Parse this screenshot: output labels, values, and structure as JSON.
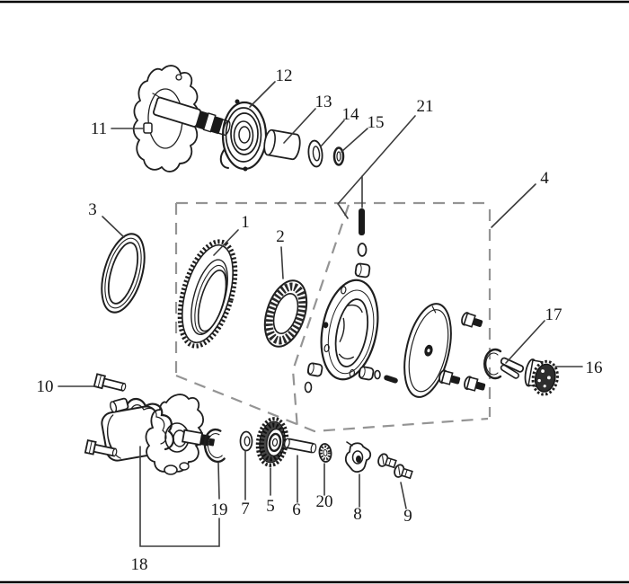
{
  "figure": {
    "kind": "exploded-parts-diagram",
    "subject": "starter motor and one-way clutch assembly"
  },
  "colors": {
    "background": "#ffffff",
    "line": "#1f1f1f",
    "dashed_box": "#949494",
    "leader": "#3c3c3c",
    "label_text": "#151515",
    "frame": "#000000"
  },
  "callouts": [
    {
      "text": "1"
    },
    {
      "text": "2"
    },
    {
      "text": "3"
    },
    {
      "text": "4"
    },
    {
      "text": "5"
    },
    {
      "text": "6"
    },
    {
      "text": "7"
    },
    {
      "text": "8"
    },
    {
      "text": "9"
    },
    {
      "text": "10"
    },
    {
      "text": "11"
    },
    {
      "text": "12"
    },
    {
      "text": "13"
    },
    {
      "text": "14"
    },
    {
      "text": "15"
    },
    {
      "text": "16"
    },
    {
      "text": "17"
    },
    {
      "text": "18"
    },
    {
      "text": "19"
    },
    {
      "text": "20"
    },
    {
      "text": "21"
    }
  ]
}
